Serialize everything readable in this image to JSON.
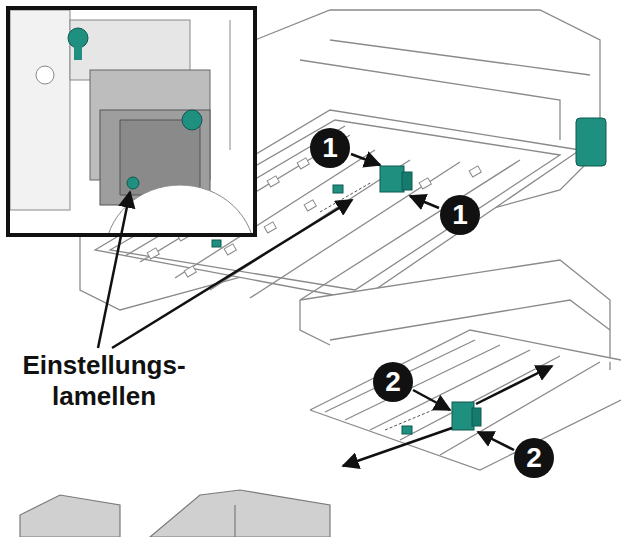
{
  "diagram": {
    "labels": [
      "1",
      "1",
      "Einstellungs- lamellen",
      "2",
      "2"
    ]
  }
}
